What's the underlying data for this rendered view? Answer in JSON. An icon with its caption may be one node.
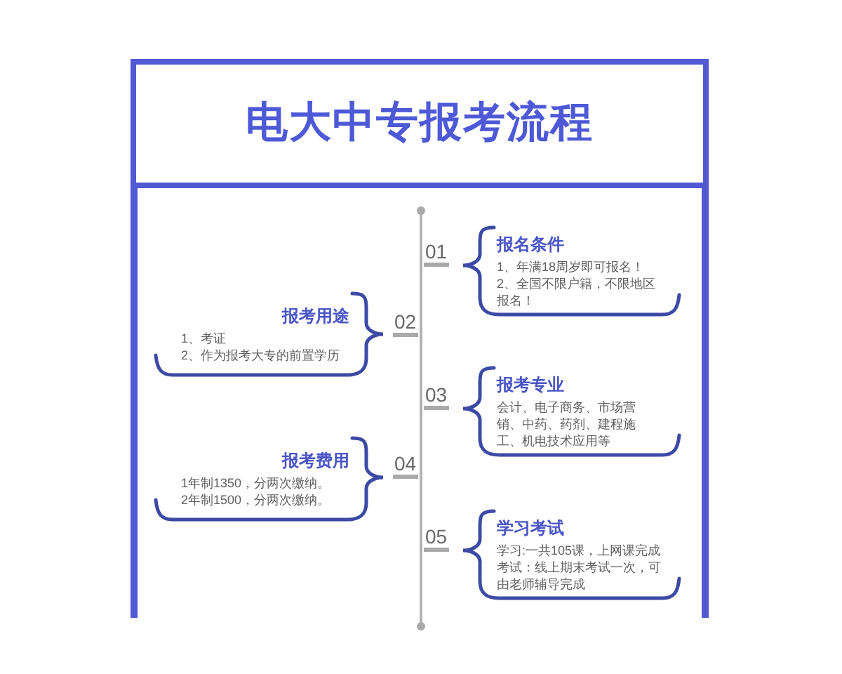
{
  "diagram": {
    "title": "电大中专报考流程",
    "nodes": [
      {
        "text": [
          "报名条件",
          "1、年满18周岁即可报名！",
          "2、全国不限户籍，不限地区报名！"
        ],
        "beside": [
          "01"
        ]
      },
      {
        "text": [
          "报考用途",
          "1、考证",
          "2、作为报考大专的前置学历"
        ],
        "beside": [
          "02"
        ]
      },
      {
        "text": [
          "报考专业",
          "会计、电子商务、市场营销、中药、药剂、建程施工、机电技术应用等"
        ],
        "beside": [
          "03"
        ]
      },
      {
        "text": [
          "报考费用",
          "1年制1350，分两次缴纳。",
          "2年制1500，分两次缴纳。"
        ],
        "beside": [
          "04"
        ]
      },
      {
        "text": [
          "学习考试",
          "学习:一共105课，上网课完成",
          "考试：线上期末考试一次，可由老师辅导完成"
        ],
        "beside": [
          "05"
        ]
      }
    ]
  }
}
